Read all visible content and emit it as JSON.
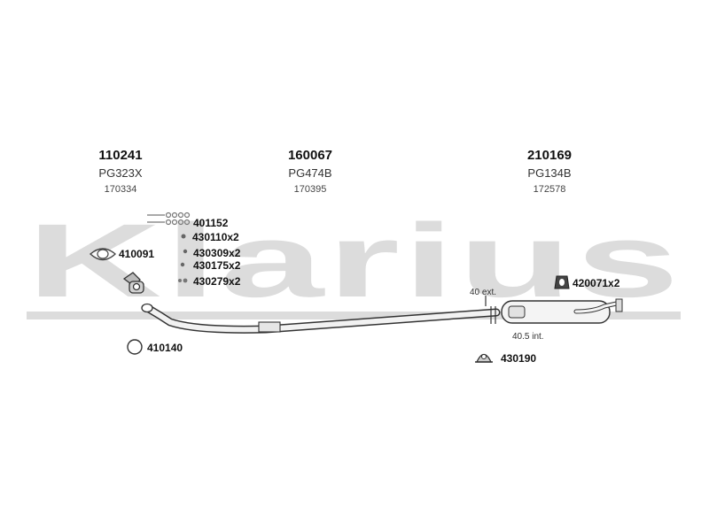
{
  "watermark": "Klarius",
  "assemblies": [
    {
      "code": "110241",
      "ref": "PG323X",
      "number": "170334"
    },
    {
      "code": "160067",
      "ref": "PG474B",
      "number": "170395"
    },
    {
      "code": "210169",
      "ref": "PG134B",
      "number": "172578"
    }
  ],
  "parts": {
    "p401152": "401152",
    "p430110": "430110x2",
    "p430309": "430309x2",
    "p430175": "430175x2",
    "p430279": "430279x2",
    "p410091": "410091",
    "p410140": "410140",
    "p420071": "420071x2",
    "p430190": "430190"
  },
  "notes": {
    "ext": "40 ext.",
    "int": "40.5 int."
  }
}
